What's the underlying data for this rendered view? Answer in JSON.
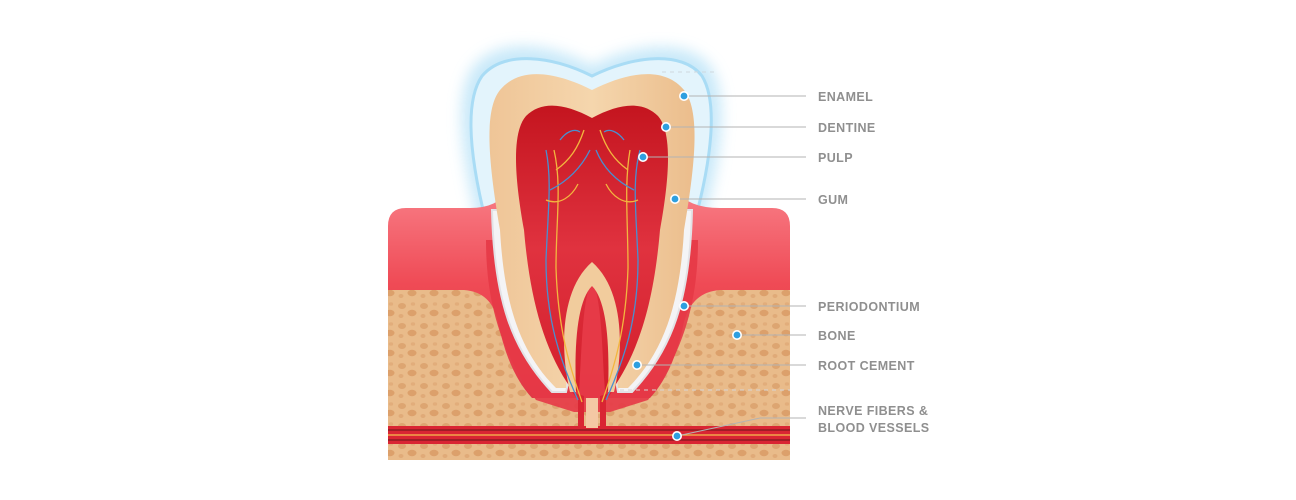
{
  "labels": {
    "enamel": "ENAMEL",
    "dentine": "DENTINE",
    "pulp": "PULP",
    "gum": "GUM",
    "periodontium": "PERIODONTIUM",
    "bone": "BONE",
    "root_cement": "ROOT CEMENT",
    "nerve_line1": "NERVE FIBERS &",
    "nerve_line2": "BLOOD VESSELS"
  },
  "colors": {
    "gum": "#ef4a55",
    "bone": "#e9bb8a",
    "dentine": "#f1cc9d",
    "pulp": "#dc2230",
    "enamel_glow": "#bfe5f8",
    "marker": "#2e9fe0",
    "label": "#8f8f8f"
  }
}
